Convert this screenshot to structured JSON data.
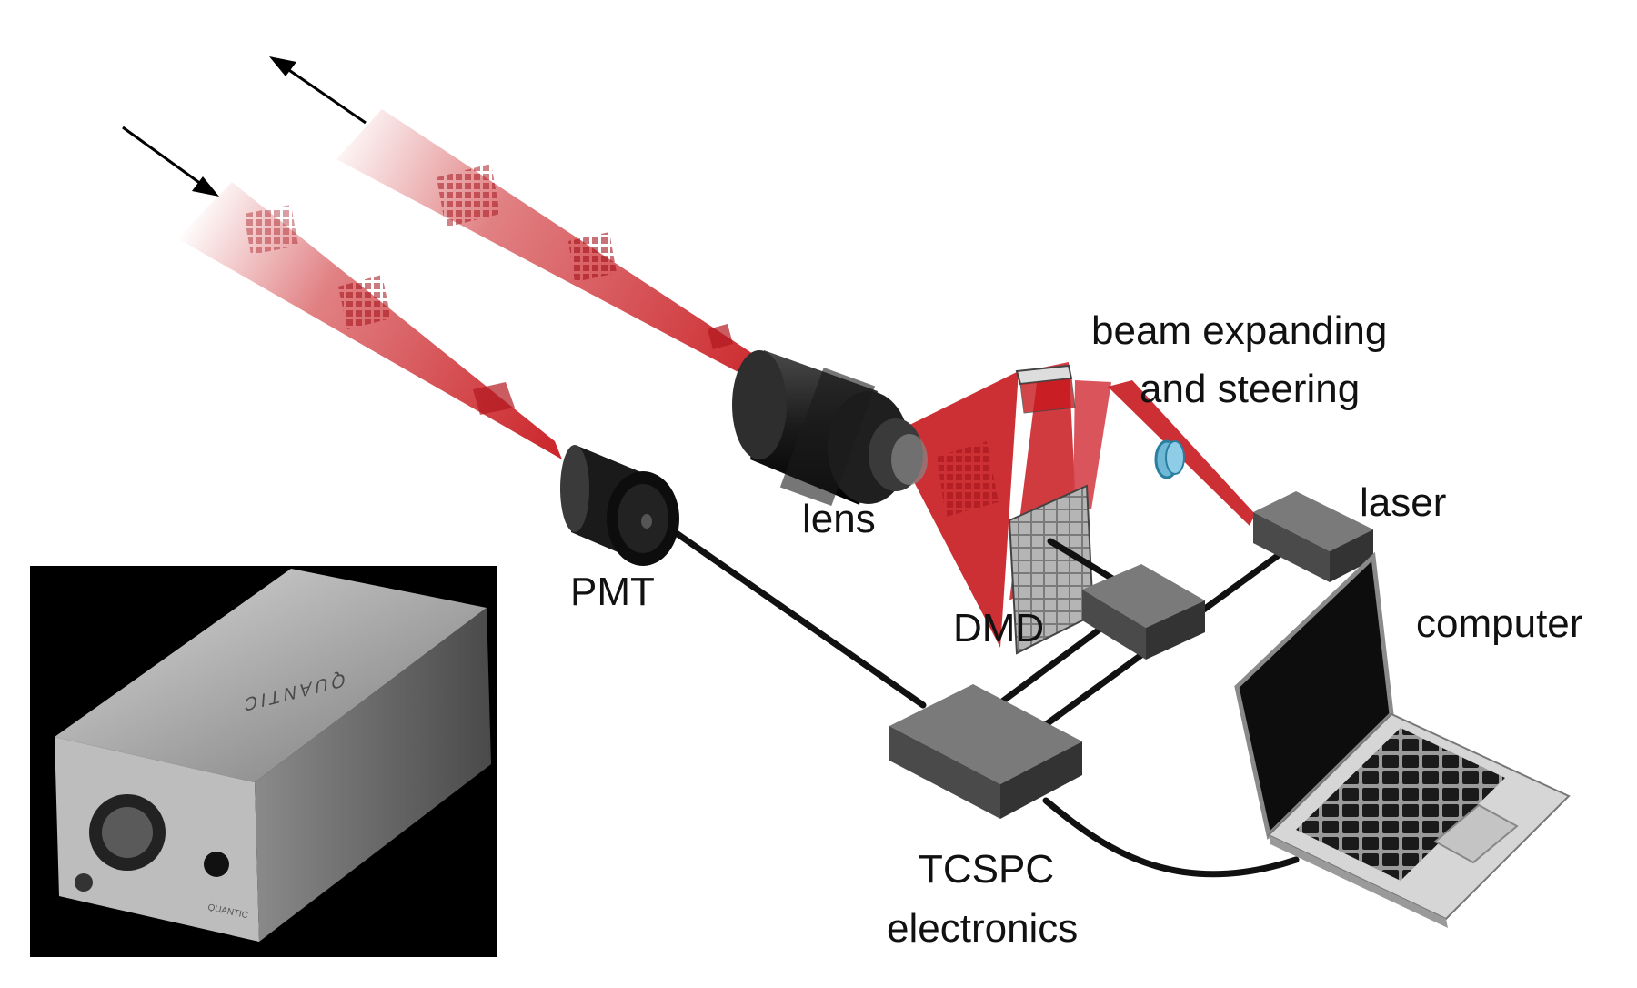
{
  "labels": {
    "pmt": "PMT",
    "lens": "lens",
    "dmd": "DMD",
    "beam_line1": "beam expanding",
    "beam_line2": "and steering",
    "laser": "laser",
    "computer": "computer",
    "tcspc_line1": "TCSPC",
    "tcspc_line2": "electronics"
  },
  "photo": {
    "brand_text": "QUANTIC",
    "plate_text": "QUANTIC"
  },
  "colors": {
    "beam": "#c8191e",
    "device_dark": "#2b2b2b",
    "box_grey": "#5c5c5c",
    "cable": "#111111",
    "optic_blue": "#6fb8d6",
    "laptop_silver": "#d6d6d6"
  }
}
